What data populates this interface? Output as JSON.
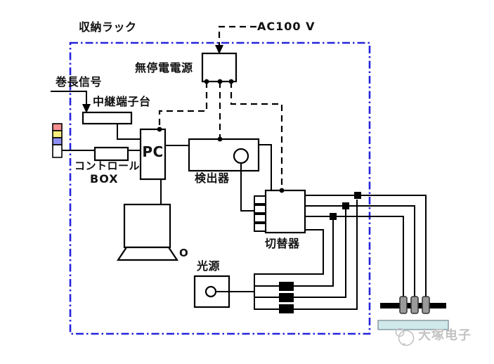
{
  "diagram": {
    "rack_label": "収納ラック",
    "ac_power_label": "AC100 V",
    "ups_label": "無停電電源",
    "winding_signal_label": "巻長信号",
    "relay_terminal_label": "中継端子台",
    "control_box_label_line1": "コントロール",
    "control_box_label_line2": "BOX",
    "pc_label": "PC",
    "detector_label": "検出器",
    "switcher_label": "切替器",
    "light_source_label": "光源",
    "monitor_annotation": "O",
    "watermark_text": "大塚电子",
    "colors": {
      "rack_border_blue": "#2424dd",
      "wire_black": "#000000",
      "indicator_red": "#f58f8f",
      "indicator_yellow": "#f7ef7e",
      "indicator_blue": "#8f8ff2",
      "indicator_white": "#ffffff",
      "probe_grey": "#9a9a9a",
      "stage_cyan": "#cfe9ea",
      "watermark_grey": "#c3c3c3"
    }
  }
}
